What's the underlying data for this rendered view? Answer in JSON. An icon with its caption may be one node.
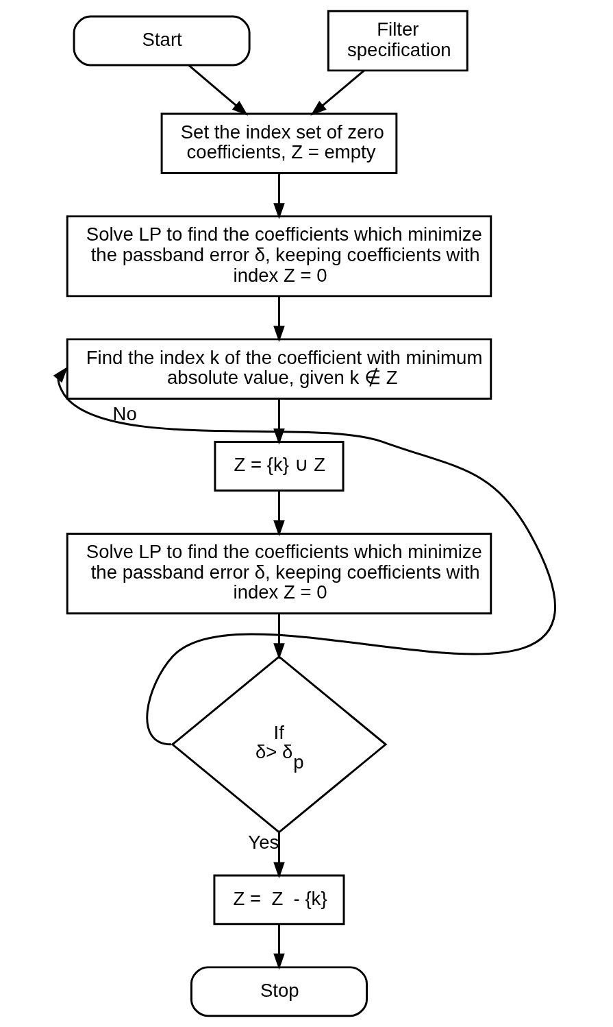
{
  "diagram": {
    "nodes": [
      {
        "text": [
          "Start"
        ]
      },
      {
        "text": [
          "Filter specification"
        ]
      },
      {
        "text": [
          "Set the index set of zero coefficients, Z = empty"
        ]
      },
      {
        "text": [
          "Solve LP to find the coefficients which minimize the passband error δ, keeping coefficients with index Z = 0"
        ]
      },
      {
        "text": [
          "Find the index k of the coefficient with minimum absolute value, given k ∉ Z"
        ]
      },
      {
        "text": [
          "Z = {k} ∪ Z"
        ]
      },
      {
        "text": [
          "Solve LP to find the coefficients which minimize the passband error δ, keeping coefficients with index Z = 0"
        ]
      },
      {
        "text": [
          "If δ> δ$_{p}$"
        ]
      },
      {
        "text": [
          "Z =  Z  - {k}"
        ]
      },
      {
        "text": [
          "Stop"
        ]
      }
    ],
    "edges": [
      {
        "from": 0,
        "to": 2,
        "arrow": "to"
      },
      {
        "from": 1,
        "to": 2,
        "arrow": "to"
      },
      {
        "from": 2,
        "to": 3,
        "arrow": "to"
      },
      {
        "from": 3,
        "to": 4,
        "arrow": "to"
      },
      {
        "from": 4,
        "to": 5,
        "arrow": "to"
      },
      {
        "from": 5,
        "to": 6,
        "arrow": "to"
      },
      {
        "from": 6,
        "to": 7,
        "arrow": "to"
      },
      {
        "from": 7,
        "to": 4,
        "arrow": "to",
        "label": "No"
      },
      {
        "from": 7,
        "to": 8,
        "arrow": "to",
        "label": "Yes"
      },
      {
        "from": 8,
        "to": 9,
        "arrow": "to"
      }
    ]
  }
}
